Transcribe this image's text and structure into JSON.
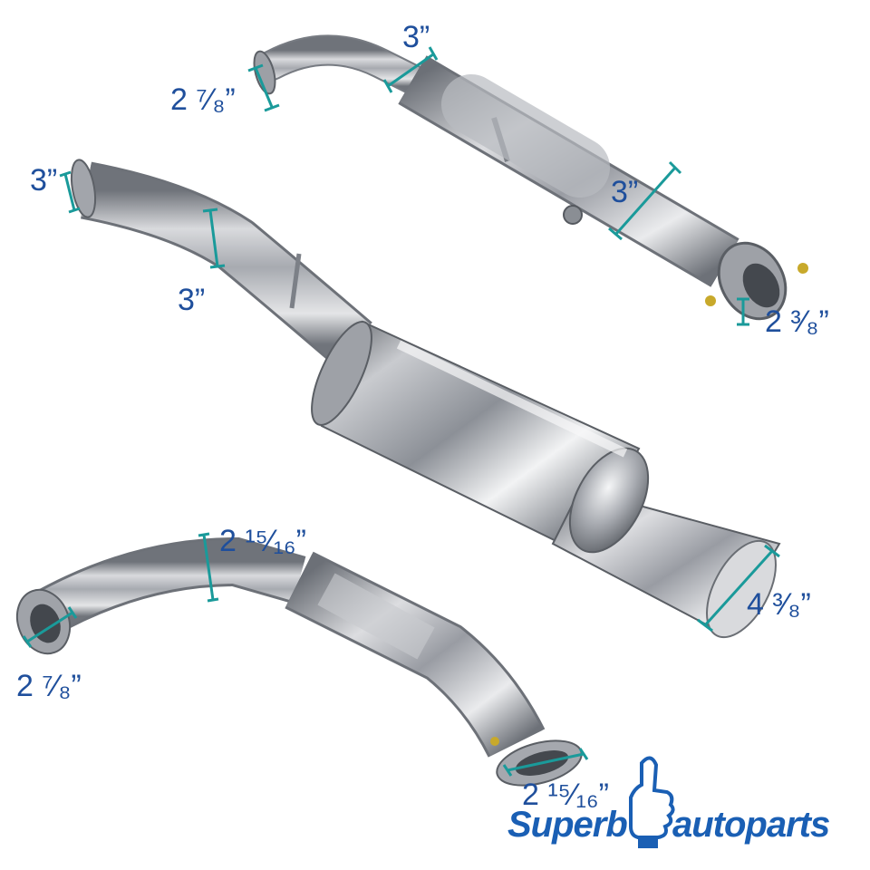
{
  "measurements": {
    "top_flange_height": "2 ⁷⁄₈”",
    "top_pipe_diameter": "3”",
    "top_body_diameter": "3”",
    "top_outlet": "2 ³⁄₈”",
    "main_inlet_flange": "3”",
    "main_pipe_diameter": "3”",
    "bottom_pipe_diameter": "2 ¹⁵⁄₁₆”",
    "bottom_inlet": "2 ⁷⁄₈”",
    "bottom_outlet": "2 ¹⁵⁄₁₆”",
    "muffler_tip": "4 ³⁄₈”"
  },
  "brand": {
    "left": "Superb",
    "right": "autoparts",
    "icon": "thumbs-up-icon"
  },
  "colors": {
    "dimension_text": "#1f4f9c",
    "dimension_line": "#1a9a9a",
    "brand_blue": "#1a5fb4",
    "chrome_light": "#e8e8ea",
    "chrome_dark": "#7b7f86"
  }
}
